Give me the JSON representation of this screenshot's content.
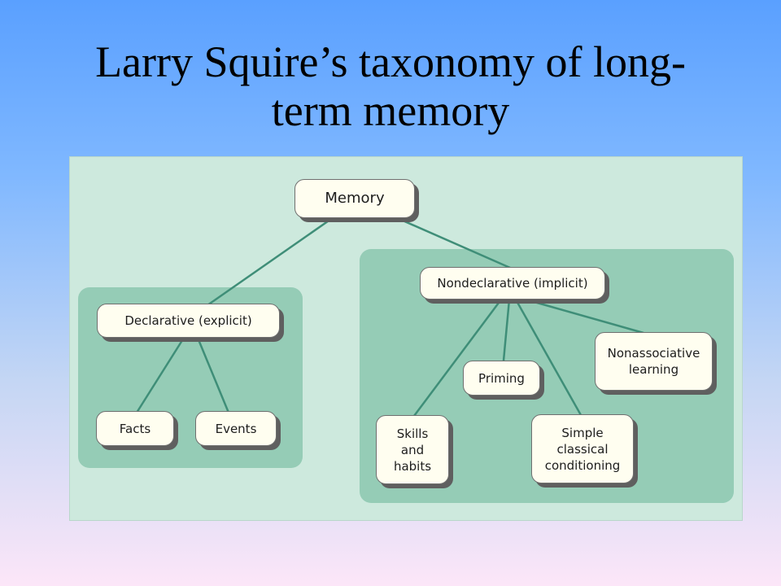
{
  "slide": {
    "title_line1": "Larry Squire’s taxonomy of long-",
    "title_line2": "term memory"
  },
  "diagram": {
    "root": "Memory",
    "declarative": {
      "label": "Declarative (explicit)",
      "children": [
        "Facts",
        "Events"
      ]
    },
    "nondeclarative": {
      "label": "Nondeclarative (implicit)",
      "children": {
        "skills": "Skills\nand\nhabits",
        "priming": "Priming",
        "conditioning": "Simple\nclassical\nconditioning",
        "nonassociative": "Nonassociative\nlearning"
      }
    }
  },
  "colors": {
    "figure_background": "#cde9dd",
    "group_panel": "#95ccb6",
    "connector": "#3f8e78",
    "node_fill": "#fffef0"
  }
}
